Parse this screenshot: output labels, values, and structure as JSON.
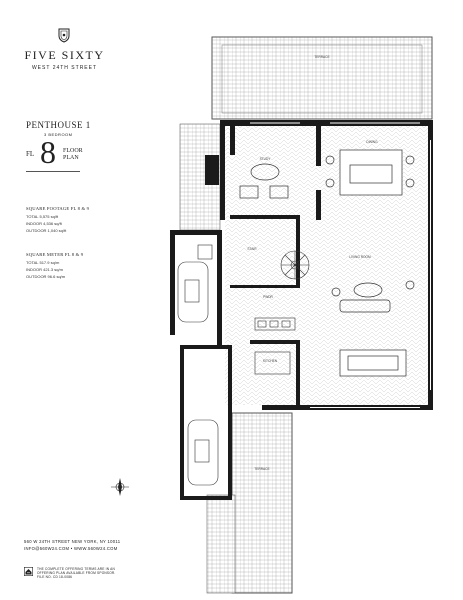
{
  "brand": {
    "name": "FIVE SIXTY",
    "street": "WEST 24TH STREET"
  },
  "unit": {
    "title": "PENTHOUSE 1",
    "subtitle": "3 BEDROOM",
    "fl_label": "FL",
    "floor_number": "8",
    "floor_word": "FLOOR",
    "plan_word": "PLAN"
  },
  "square_footage": {
    "heading": "SQUARE FOOTAGE FL 8 & 9",
    "total": "TOTAL 5,575 sq/ft",
    "indoor": "INDOOR 4,536 sq/ft",
    "outdoor": "OUTDOOR 1,040 sq/ft"
  },
  "square_meter": {
    "heading": "SQUARE METER FL 8 & 9",
    "total": "TOTAL 517.9 sq/m",
    "indoor": "INDOOR 421.3 sq/m",
    "outdoor": "OUTDOOR 96.6 sq/m"
  },
  "footer": {
    "address": "560 W 24TH STREET   NEW YORK, NY 10011",
    "contact": "INFO@560W24.COM   •   WWW.560W24.COM",
    "disclaimer_1": "THE COMPLETE OFFERING TERMS ARE IN AN",
    "disclaimer_2": "OFFERING PLAN AVAILABLE FROM SPONSOR.",
    "disclaimer_3": "FILE NO. CD 18-0086"
  },
  "rooms": {
    "terrace_top": "TERRACE",
    "study": "STUDY",
    "dining": "DINING",
    "stair": "STAIR",
    "powder": "PWDR",
    "living": "LIVING ROOM",
    "kitchen": "KITCHEN",
    "terrace_bottom": "TERRACE"
  },
  "icons": {
    "logo": "crest-icon",
    "compass": "north-arrow-icon",
    "eho": "equal-housing-icon"
  },
  "colors": {
    "wall": "#1a1a1a",
    "ink": "#222222",
    "paving": "#8a8a8a"
  }
}
